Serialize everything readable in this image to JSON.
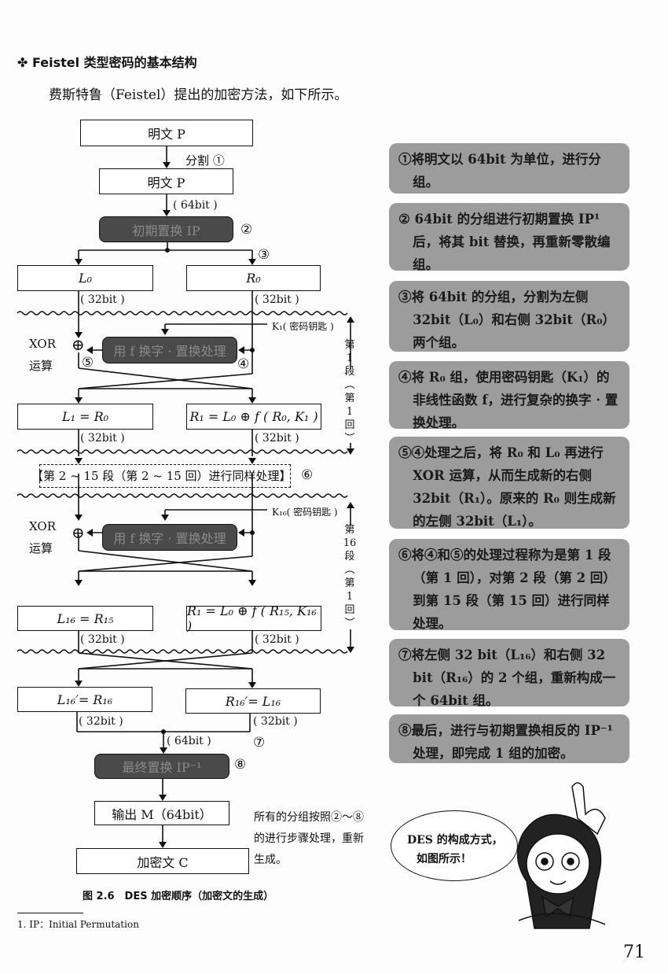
{
  "section_title": "Feistel 类型密码的基本结构",
  "intro": "费斯特鲁（Feistel）提出的加密方法，如下所示。",
  "diagram": {
    "plaintext_top": "明文 P",
    "split_label": "分割 ①",
    "plaintext_block": "明文 P",
    "bits64": "( 64bit )",
    "initial_perm": "初期置换 IP",
    "n2": "②",
    "n3": "③",
    "n4": "④",
    "n5": "⑤",
    "n6": "⑥",
    "n7": "⑦",
    "n8": "⑧",
    "L0": "L₀",
    "R0": "R₀",
    "bits32": "( 32bit )",
    "k1": "K₁( 密码钥匙 )",
    "k16": "K₁₆( 密码钥匙 )",
    "xor": "XOR",
    "xor_op": "运算",
    "xor_symbol": "⊕",
    "f_box": "用 f 换字 · 置换处理",
    "round1": [
      "第",
      "1",
      "段",
      "︵",
      "第",
      "1",
      "回",
      "︶"
    ],
    "round16": [
      "第",
      "16",
      "段",
      "︵",
      "第",
      "1",
      "回",
      "︶"
    ],
    "L1": "L₁ = R₀",
    "R1": "R₁ = L₀ ⊕ f ( R₀, K₁ )",
    "rounds_2_15": "【第 2 ~ 15 段（第 2 ~ 15 回）进行同样处理】",
    "L16": "L₁₆ = R₁₅",
    "R16": "R₁ = L₀ ⊕ f ( R₁₅, K₁₆ )",
    "L16p": "L₁₆′= R₁₆",
    "R16p": "R₁₆′= L₁₆",
    "final_perm": "最终置换 IP⁻¹",
    "output": "输出 M（64bit）",
    "ciphertext": "加密文 C"
  },
  "side_note": [
    "所有的分组按照②～⑧",
    "的进行步骤处理，重新",
    "生成。"
  ],
  "caption": "图 2.6　DES 加密顺序（加密文的生成）",
  "notes": [
    "①将明文以 64bit 为单位，进行分组。",
    "② 64bit 的分组进行初期置换 IP¹ 后，将其 bit 替换，再重新零散编组。",
    "③将 64bit 的分组，分割为左侧 32bit（L₀）和右侧 32bit（R₀）两个组。",
    "④将 R₀ 组，使用密码钥匙（K₁）的非线性函数 f，进行复杂的换字 · 置换处理。",
    "⑤④处理之后，将 R₀ 和 L₀ 再进行 XOR 运算，从而生成新的右侧 32bit（R₁）。原来的 R₀ 则生成新的左侧 32bit（L₁）。",
    "⑥将④和⑤的处理过程称为是第 1 段（第 1 回），对第 2 段（第 2 回）到第 15 段（第 15 回）进行同样处理。",
    "⑦将左侧 32 bit（L₁₆）和右侧 32 bit（R₁₆）的 2 个组，重新构成一个 64bit 组。",
    "⑧最后，进行与初期置换相反的 IP⁻¹ 处理，即完成 1 组的加密。"
  ],
  "bubble": [
    "DES 的构成方式，",
    "如图所示！"
  ],
  "footnote": "1. IP：Initial Permutation",
  "page_number": "71",
  "colors": {
    "note_bg": "#9c9c9c",
    "dark_box": "#4a4a4a"
  }
}
